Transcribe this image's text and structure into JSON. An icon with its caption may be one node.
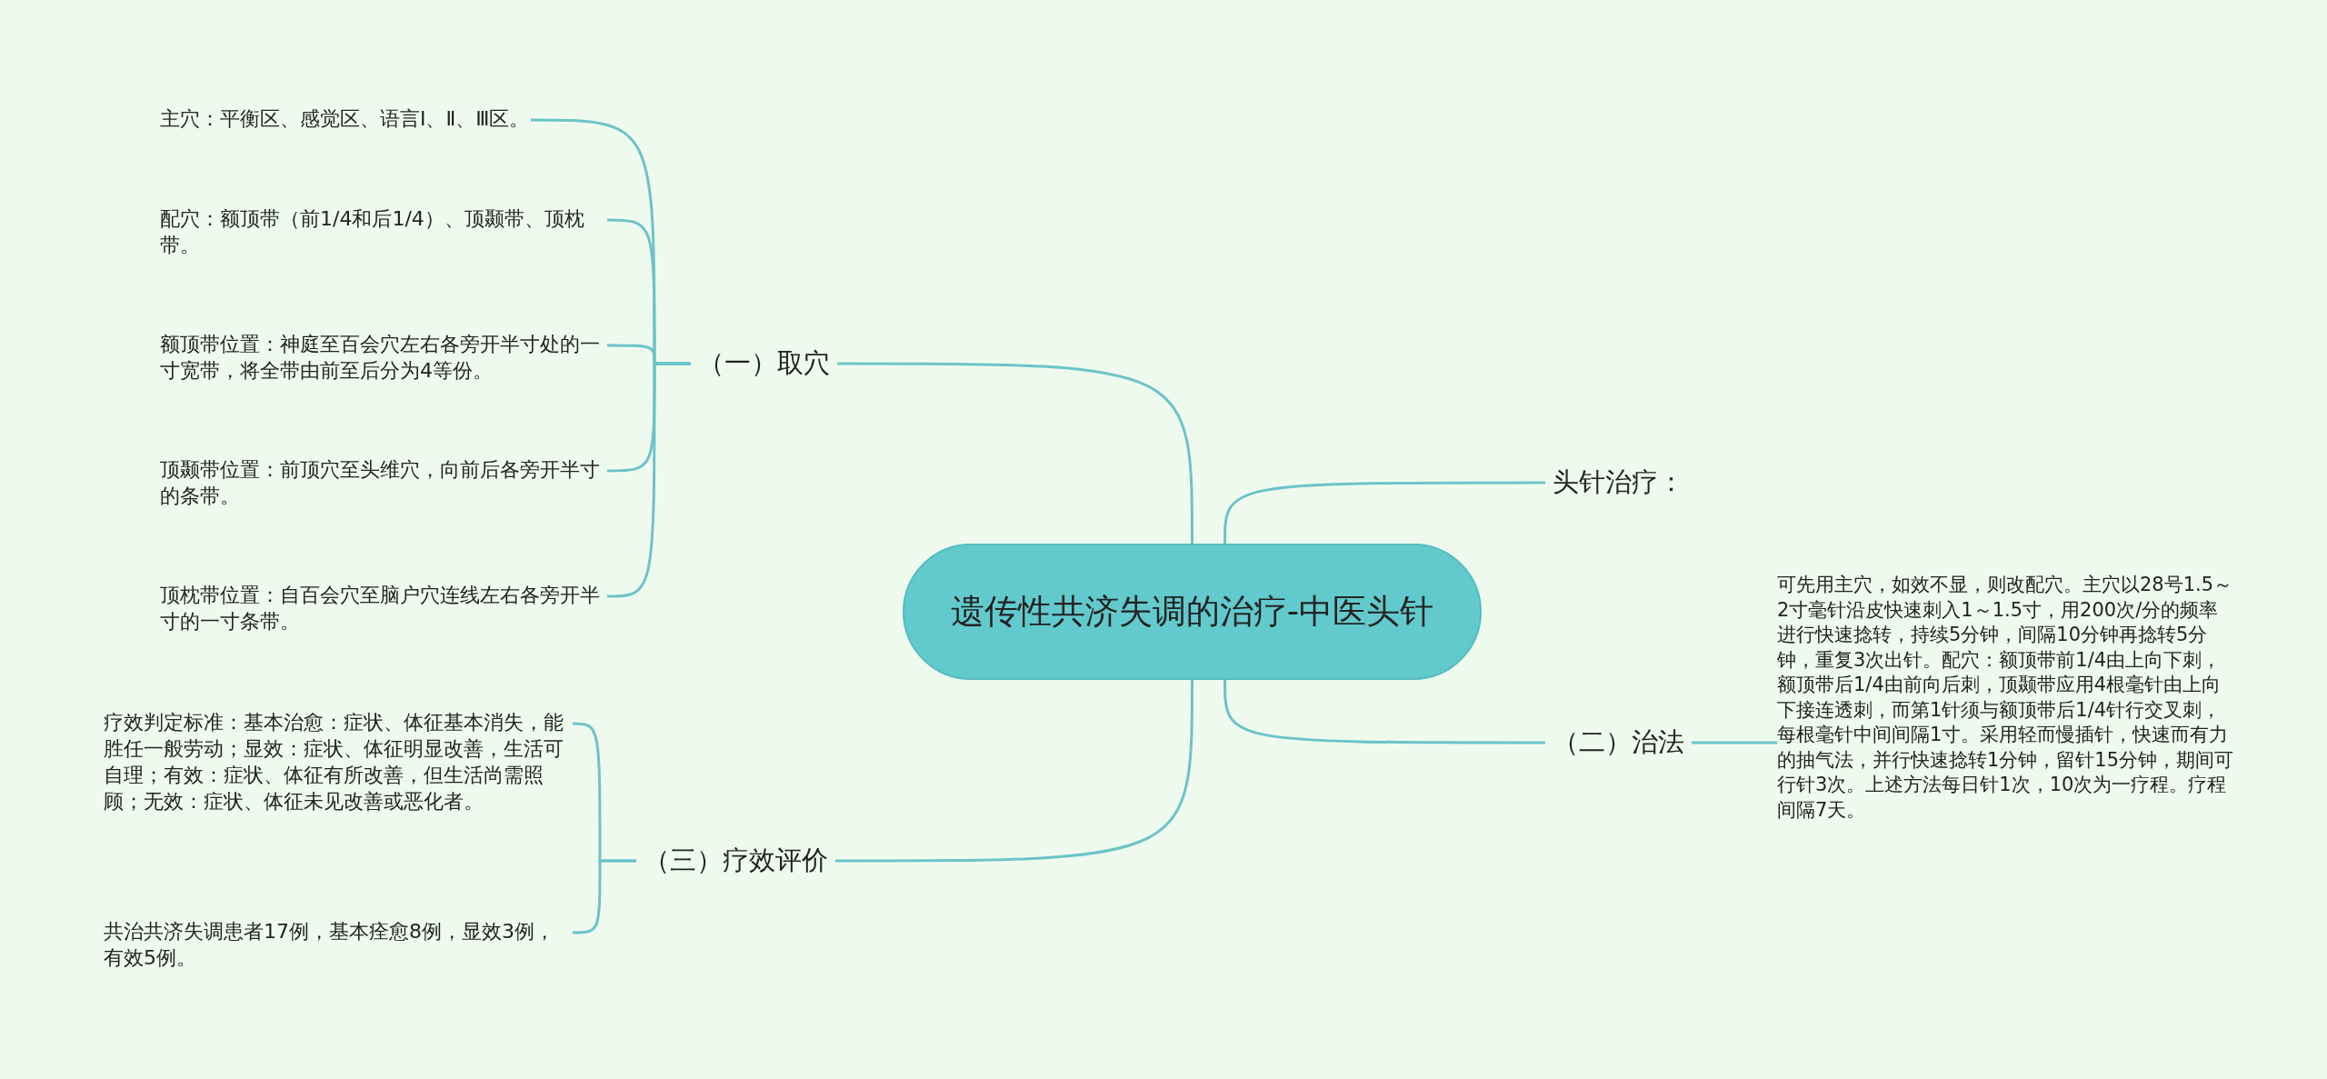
{
  "diagram": {
    "nodes": [
      {
        "text": [
          "遗传性共济失调的治疗-中医头针"
        ]
      },
      {
        "text": [
          "（一）取穴"
        ]
      },
      {
        "text": [
          "主穴：平衡区、感觉区、语言Ⅰ、Ⅱ、Ⅲ区。"
        ]
      },
      {
        "text": [
          "配穴：额顶带（前1/4和后1/4）、顶颞带、顶枕带。"
        ]
      },
      {
        "text": [
          "额顶带位置：神庭至百会穴左右各旁开半寸处的一寸宽带，将全带由前至后分为4等份。"
        ]
      },
      {
        "text": [
          "顶颞带位置：前顶穴至头维穴，向前后各旁开半寸的条带。"
        ]
      },
      {
        "text": [
          "顶枕带位置：自百会穴至脑户穴连线左右各旁开半寸的一寸条带。"
        ]
      },
      {
        "text": [
          "头针治疗："
        ]
      },
      {
        "text": [
          "（二）治法"
        ]
      },
      {
        "text": [
          "可先用主穴，如效不显，则改配穴。主穴以28号1.5～2寸毫针沿皮快速刺入1～1.5寸，用200次/分的频率进行快速捻转，持续5分钟，间隔10分钟再捻转5分钟，重复3次出针。配穴：额顶带前1/4由上向下刺，额顶带后1/4由前向后刺，顶颞带应用4根毫针由上向下接连透刺，而第1针须与额顶带后1/4针行交叉刺，每根毫针中间间隔1寸。采用轻而慢插针，快速而有力的抽气法，并行快速捻转1分钟，留针15分钟，期间可行针3次。上述方法每日针1次，10次为一疗程。疗程间隔7天。"
        ]
      },
      {
        "text": [
          "（三）疗效评价"
        ]
      },
      {
        "text": [
          "疗效判定标准：基本治愈：症状、体征基本消失，能胜任一般劳动；显效：症状、体征明显改善，生活可自理；有效：症状、体征有所改善，但生活尚需照顾；无效：症状、体征未见改善或恶化者。"
        ]
      },
      {
        "text": [
          "共治共济失调患者17例，基本痊愈8例，显效3例，有效5例。"
        ]
      }
    ],
    "edges": [
      {
        "from": 0,
        "to": 1,
        "arrow": "none"
      },
      {
        "from": 0,
        "to": 7,
        "arrow": "none"
      },
      {
        "from": 0,
        "to": 8,
        "arrow": "none"
      },
      {
        "from": 0,
        "to": 10,
        "arrow": "none"
      },
      {
        "from": 1,
        "to": 2,
        "arrow": "none"
      },
      {
        "from": 1,
        "to": 3,
        "arrow": "none"
      },
      {
        "from": 1,
        "to": 4,
        "arrow": "none"
      },
      {
        "from": 1,
        "to": 5,
        "arrow": "none"
      },
      {
        "from": 1,
        "to": 6,
        "arrow": "none"
      },
      {
        "from": 8,
        "to": 9,
        "arrow": "none"
      },
      {
        "from": 10,
        "to": 11,
        "arrow": "none"
      },
      {
        "from": 10,
        "to": 12,
        "arrow": "none"
      }
    ]
  }
}
